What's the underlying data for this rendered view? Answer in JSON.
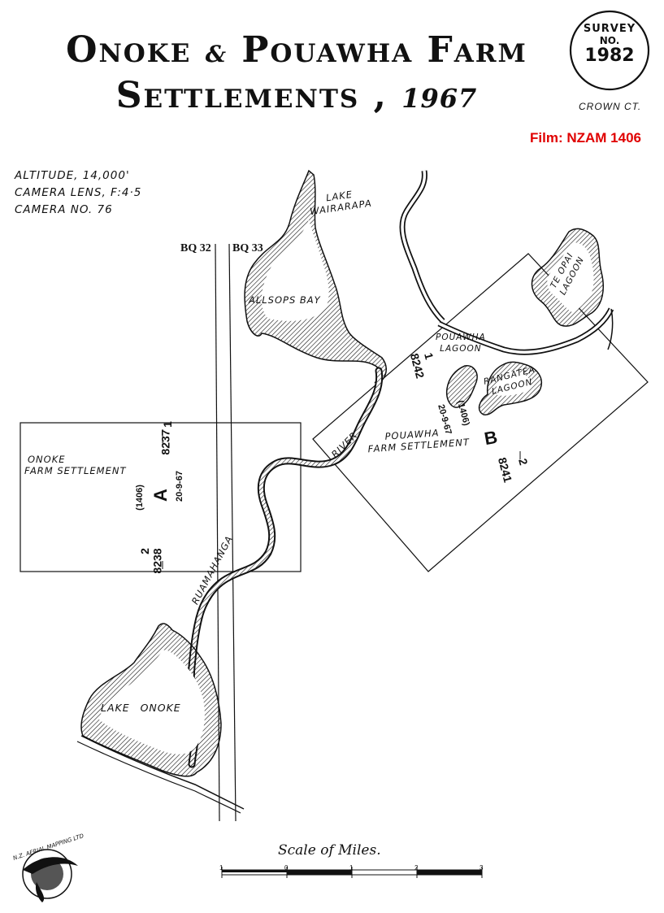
{
  "title": {
    "line1_a": "Onoke",
    "line1_amp": "&",
    "line1_b": "Pouawha Farm",
    "line2": "Settlements ,",
    "year": "1967"
  },
  "survey_seal": {
    "word": "SURVEY",
    "no": "NO.",
    "number": "1982"
  },
  "crown": "CROWN CT.",
  "film": "Film: NZAM 1406",
  "camera": {
    "altitude": "ALTITUDE, 14,000'",
    "lens": "CAMERA LENS, F:4·5",
    "number": "CAMERA NO. 76"
  },
  "grid": {
    "left": "BQ 32",
    "right": "BQ 33"
  },
  "places": {
    "lake_wairarapa_1": "LAKE",
    "lake_wairarapa_2": "WAIRARAPA",
    "allsops_bay": "ALLSOPS BAY",
    "te_opai_1": "TE OPAI",
    "te_opai_2": "LAGOON",
    "pouawha_lagoon_1": "POUAWHA",
    "pouawha_lagoon_2": "LAGOON",
    "rangatea_1": "RANGATEA",
    "rangatea_2": "LAGOON",
    "river": "RIVER",
    "pouawha_farm_1": "POUAWHA",
    "pouawha_farm_2": "FARM SETTLEMENT",
    "onoke_farm_1": "ONOKE",
    "onoke_farm_2": "FARM SETTLEMENT",
    "ruamahanga": "RUAMAHANGA",
    "lake_onoke": "LAKE ONOKE"
  },
  "block_a": {
    "letter": "A",
    "film": "(1406)",
    "date": "20-9-67",
    "run_top": "1",
    "frame_top": "8237",
    "run_bottom": "2",
    "frame_bottom": "8238"
  },
  "block_b": {
    "letter": "B",
    "film": "(1406)",
    "date": "20-9-67",
    "run_top": "1",
    "frame_top": "8242",
    "run_bottom": "2",
    "frame_bottom": "8241"
  },
  "scale": {
    "title": "Scale of Miles.",
    "ticks": [
      "1",
      "0",
      "1",
      "2",
      "3"
    ]
  },
  "logo_text": "N.Z. AERIAL MAPPING LTD",
  "colors": {
    "ink": "#111111",
    "film_red": "#e00000",
    "paper": "#ffffff"
  }
}
